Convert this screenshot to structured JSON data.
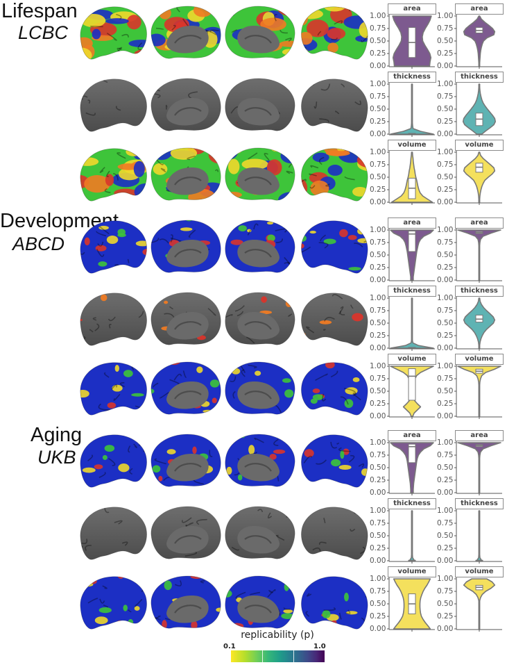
{
  "cohorts": [
    {
      "title": "Lifespan",
      "subtitle": "LCBC"
    },
    {
      "title": "Development",
      "subtitle": "ABCD"
    },
    {
      "title": "Aging",
      "subtitle": "UKB"
    }
  ],
  "measures": [
    "area",
    "thickness",
    "volume"
  ],
  "legend": {
    "title": "replicability (p)",
    "min_label": "0.1",
    "max_label": "1.0"
  },
  "colors": {
    "area": "#7d5a8f",
    "thickness": "#5fb3b3",
    "volume": "#f4e05d",
    "outline": "#777777",
    "brain_gray": "#5e5e5e"
  },
  "chart_data": {
    "type": "violin",
    "y_ticks": [
      "1.00",
      "0.75",
      "0.50",
      "0.25",
      "0.00"
    ],
    "ylim": [
      0,
      1
    ],
    "panels": [
      {
        "cohort": "Lifespan",
        "measure": "area",
        "column": 1,
        "median": 0.47,
        "q1": 0.17,
        "q3": 0.77,
        "density": [
          0.82,
          0.84,
          0.88,
          0.83,
          0.72,
          0.6,
          0.5,
          0.48,
          0.52,
          0.62,
          0.74,
          0.84,
          0.9
        ]
      },
      {
        "cohort": "Lifespan",
        "measure": "area",
        "column": 2,
        "median": 0.71,
        "q1": 0.66,
        "q3": 0.77,
        "density": [
          0,
          0.02,
          0.03,
          0.04,
          0.05,
          0.07,
          0.1,
          0.14,
          0.2,
          0.36,
          0.68,
          0.72,
          0.62,
          0.45,
          0.26,
          0.1,
          0
        ]
      },
      {
        "cohort": "Lifespan",
        "measure": "thickness",
        "column": 1,
        "median": 0.005,
        "q1": 0.0,
        "q3": 0.015,
        "density": [
          1,
          0.4,
          0.05,
          0.03,
          0.02,
          0.02,
          0.015,
          0.015,
          0.01,
          0.01,
          0.01,
          0.01,
          0.008,
          0.006,
          0.004,
          0.003,
          0.002,
          0.001,
          0
        ]
      },
      {
        "cohort": "Lifespan",
        "measure": "thickness",
        "column": 2,
        "median": 0.3,
        "q1": 0.17,
        "q3": 0.42,
        "density": [
          0.12,
          0.3,
          0.5,
          0.68,
          0.75,
          0.72,
          0.62,
          0.5,
          0.38,
          0.27,
          0.18,
          0.12,
          0.08,
          0.05,
          0.03,
          0.02,
          0
        ]
      },
      {
        "cohort": "Lifespan",
        "measure": "volume",
        "column": 1,
        "median": 0.28,
        "q1": 0.07,
        "q3": 0.48,
        "density": [
          0.95,
          0.72,
          0.5,
          0.38,
          0.32,
          0.28,
          0.25,
          0.22,
          0.18,
          0.15,
          0.13,
          0.1,
          0.08,
          0.06,
          0.05,
          0.03,
          0
        ]
      },
      {
        "cohort": "Lifespan",
        "measure": "volume",
        "column": 2,
        "median": 0.7,
        "q1": 0.6,
        "q3": 0.78,
        "density": [
          0,
          0.02,
          0.03,
          0.05,
          0.08,
          0.12,
          0.18,
          0.26,
          0.42,
          0.6,
          0.72,
          0.68,
          0.52,
          0.35,
          0.18,
          0.06,
          0
        ]
      },
      {
        "cohort": "Development",
        "measure": "area",
        "column": 1,
        "median": 0.92,
        "q1": 0.57,
        "q3": 0.98,
        "density": [
          0.06,
          0.06,
          0.08,
          0.1,
          0.12,
          0.14,
          0.16,
          0.18,
          0.2,
          0.22,
          0.25,
          0.28,
          0.32,
          0.4,
          0.55,
          0.85,
          1.0
        ]
      },
      {
        "cohort": "Development",
        "measure": "area",
        "column": 2,
        "median": 0.95,
        "q1": 0.93,
        "q3": 0.97,
        "density": [
          0,
          0,
          0,
          0,
          0,
          0,
          0,
          0,
          0,
          0,
          0,
          0,
          0.03,
          0.06,
          0.18,
          0.55,
          1.0
        ]
      },
      {
        "cohort": "Development",
        "measure": "thickness",
        "column": 1,
        "median": 0.005,
        "q1": 0.0,
        "q3": 0.015,
        "density": [
          1,
          0.3,
          0.04,
          0.02,
          0.015,
          0.01,
          0.01,
          0.008,
          0.008,
          0.006,
          0.006,
          0.005,
          0.004,
          0.004,
          0.003,
          0.002,
          0.001,
          0.0005,
          0.0003,
          0
        ]
      },
      {
        "cohort": "Development",
        "measure": "thickness",
        "column": 2,
        "median": 0.58,
        "q1": 0.52,
        "q3": 0.66,
        "density": [
          0,
          0.02,
          0.04,
          0.08,
          0.14,
          0.22,
          0.34,
          0.5,
          0.66,
          0.72,
          0.65,
          0.5,
          0.34,
          0.2,
          0.1,
          0.04,
          0
        ]
      },
      {
        "cohort": "Development",
        "measure": "volume",
        "column": 1,
        "median": 0.8,
        "q1": 0.32,
        "q3": 0.95,
        "density": [
          0.04,
          0.1,
          0.25,
          0.4,
          0.25,
          0.12,
          0.08,
          0.06,
          0.06,
          0.07,
          0.08,
          0.1,
          0.14,
          0.22,
          0.4,
          0.7,
          1.0
        ]
      },
      {
        "cohort": "Development",
        "measure": "volume",
        "column": 2,
        "median": 0.9,
        "q1": 0.86,
        "q3": 0.94,
        "density": [
          0,
          0,
          0,
          0,
          0,
          0,
          0,
          0,
          0,
          0,
          0.01,
          0.03,
          0.06,
          0.12,
          0.3,
          0.7,
          1.0
        ]
      },
      {
        "cohort": "Aging",
        "measure": "area",
        "column": 1,
        "median": 0.92,
        "q1": 0.6,
        "q3": 0.97,
        "density": [
          0.06,
          0.06,
          0.07,
          0.08,
          0.1,
          0.12,
          0.14,
          0.16,
          0.18,
          0.2,
          0.22,
          0.25,
          0.3,
          0.4,
          0.55,
          0.85,
          1.0
        ]
      },
      {
        "cohort": "Aging",
        "measure": "area",
        "column": 2,
        "median": 0.94,
        "q1": 0.92,
        "q3": 0.96,
        "density": [
          0,
          0,
          0,
          0,
          0,
          0,
          0,
          0,
          0,
          0,
          0,
          0,
          0.03,
          0.06,
          0.18,
          0.55,
          1.0
        ]
      },
      {
        "cohort": "Aging",
        "measure": "thickness",
        "column": 1,
        "median": 0.005,
        "q1": 0.0,
        "q3": 0.01,
        "density": [
          0.12,
          0.03,
          0,
          0,
          0,
          0,
          0,
          0,
          0,
          0,
          0,
          0,
          0,
          0,
          0,
          0,
          0
        ]
      },
      {
        "cohort": "Aging",
        "measure": "thickness",
        "column": 2,
        "median": 0.005,
        "q1": 0.0,
        "q3": 0.01,
        "density": [
          0.12,
          0.03,
          0,
          0,
          0,
          0,
          0,
          0,
          0,
          0,
          0,
          0,
          0,
          0,
          0,
          0,
          0
        ]
      },
      {
        "cohort": "Aging",
        "measure": "volume",
        "column": 1,
        "median": 0.5,
        "q1": 0.3,
        "q3": 0.7,
        "density": [
          0.85,
          0.74,
          0.62,
          0.52,
          0.44,
          0.4,
          0.38,
          0.37,
          0.37,
          0.38,
          0.41,
          0.46,
          0.52,
          0.6,
          0.7,
          0.78,
          0.85
        ]
      },
      {
        "cohort": "Aging",
        "measure": "volume",
        "column": 2,
        "median": 0.83,
        "q1": 0.78,
        "q3": 0.87,
        "density": [
          0,
          0,
          0,
          0,
          0,
          0,
          0,
          0,
          0,
          0.02,
          0.06,
          0.14,
          0.3,
          0.55,
          0.72,
          0.6,
          0.35
        ]
      }
    ]
  }
}
